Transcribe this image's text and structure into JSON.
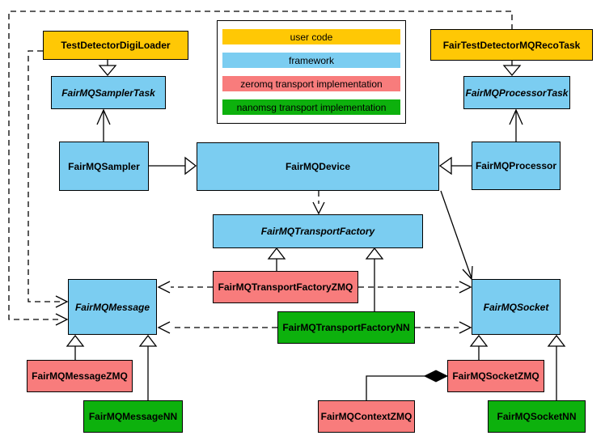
{
  "colors": {
    "user_code": "#ffc805",
    "framework": "#7bcdf1",
    "zeromq": "#f87c7c",
    "nanomsg": "#0db10d",
    "border": "#000000",
    "background": "#ffffff"
  },
  "legend": {
    "items": [
      {
        "label": "user code",
        "category": "user_code"
      },
      {
        "label": "framework",
        "category": "framework"
      },
      {
        "label": "zeromq transport implementation",
        "category": "zeromq"
      },
      {
        "label": "nanomsg transport implementation",
        "category": "nanomsg"
      }
    ]
  },
  "nodes": {
    "testDetectorDigiLoader": {
      "label": "TestDetectorDigiLoader",
      "category": "user_code",
      "abstract": false
    },
    "fairMQSamplerTask": {
      "label": "FairMQSamplerTask",
      "category": "framework",
      "abstract": true
    },
    "fairTestDetectorMQRecoTask": {
      "label": "FairTestDetectorMQRecoTask",
      "category": "user_code",
      "abstract": false
    },
    "fairMQProcessorTask": {
      "label": "FairMQProcessorTask",
      "category": "framework",
      "abstract": true
    },
    "fairMQSampler": {
      "label": "FairMQSampler",
      "category": "framework",
      "abstract": false
    },
    "fairMQDevice": {
      "label": "FairMQDevice",
      "category": "framework",
      "abstract": false
    },
    "fairMQProcessor": {
      "label": "FairMQProcessor",
      "category": "framework",
      "abstract": false
    },
    "fairMQTransportFactory": {
      "label": "FairMQTransportFactory",
      "category": "framework",
      "abstract": true
    },
    "fairMQTransportFactoryZMQ": {
      "label": "FairMQTransportFactoryZMQ",
      "category": "zeromq",
      "abstract": false
    },
    "fairMQTransportFactoryNN": {
      "label": "FairMQTransportFactoryNN",
      "category": "nanomsg",
      "abstract": false
    },
    "fairMQMessage": {
      "label": "FairMQMessage",
      "category": "framework",
      "abstract": true
    },
    "fairMQSocket": {
      "label": "FairMQSocket",
      "category": "framework",
      "abstract": true
    },
    "fairMQMessageZMQ": {
      "label": "FairMQMessageZMQ",
      "category": "zeromq",
      "abstract": false
    },
    "fairMQMessageNN": {
      "label": "FairMQMessageNN",
      "category": "nanomsg",
      "abstract": false
    },
    "fairMQContextZMQ": {
      "label": "FairMQContextZMQ",
      "category": "zeromq",
      "abstract": false
    },
    "fairMQSocketZMQ": {
      "label": "FairMQSocketZMQ",
      "category": "zeromq",
      "abstract": false
    },
    "fairMQSocketNN": {
      "label": "FairMQSocketNN",
      "category": "nanomsg",
      "abstract": false
    }
  },
  "relationships": [
    {
      "from": "TestDetectorDigiLoader",
      "to": "FairMQSamplerTask",
      "type": "inheritance",
      "line": "solid"
    },
    {
      "from": "FairMQSampler",
      "to": "FairMQSamplerTask",
      "type": "association",
      "line": "solid"
    },
    {
      "from": "FairMQSampler",
      "to": "FairMQDevice",
      "type": "inheritance",
      "line": "solid"
    },
    {
      "from": "FairMQProcessor",
      "to": "FairMQDevice",
      "type": "inheritance",
      "line": "solid"
    },
    {
      "from": "FairMQProcessor",
      "to": "FairMQProcessorTask",
      "type": "association",
      "line": "solid"
    },
    {
      "from": "FairTestDetectorMQRecoTask",
      "to": "FairMQProcessorTask",
      "type": "inheritance",
      "line": "solid"
    },
    {
      "from": "FairMQDevice",
      "to": "FairMQTransportFactory",
      "type": "dependency",
      "line": "dashed"
    },
    {
      "from": "FairMQDevice",
      "to": "FairMQSocket",
      "type": "association",
      "line": "solid"
    },
    {
      "from": "FairMQTransportFactoryZMQ",
      "to": "FairMQTransportFactory",
      "type": "inheritance",
      "line": "solid"
    },
    {
      "from": "FairMQTransportFactoryNN",
      "to": "FairMQTransportFactory",
      "type": "inheritance",
      "line": "solid"
    },
    {
      "from": "FairMQTransportFactoryZMQ",
      "to": "FairMQMessage",
      "type": "dependency",
      "line": "dashed"
    },
    {
      "from": "FairMQTransportFactoryZMQ",
      "to": "FairMQSocket",
      "type": "dependency",
      "line": "dashed"
    },
    {
      "from": "FairMQTransportFactoryNN",
      "to": "FairMQMessage",
      "type": "dependency",
      "line": "dashed"
    },
    {
      "from": "FairMQTransportFactoryNN",
      "to": "FairMQSocket",
      "type": "dependency",
      "line": "dashed"
    },
    {
      "from": "TestDetectorDigiLoader",
      "to": "FairMQMessage",
      "type": "dependency",
      "line": "dashed"
    },
    {
      "from": "FairTestDetectorMQRecoTask",
      "to": "FairMQMessage",
      "type": "dependency",
      "line": "dashed"
    },
    {
      "from": "FairMQMessageZMQ",
      "to": "FairMQMessage",
      "type": "inheritance",
      "line": "solid"
    },
    {
      "from": "FairMQMessageNN",
      "to": "FairMQMessage",
      "type": "inheritance",
      "line": "solid"
    },
    {
      "from": "FairMQSocketZMQ",
      "to": "FairMQSocket",
      "type": "inheritance",
      "line": "solid"
    },
    {
      "from": "FairMQSocketNN",
      "to": "FairMQSocket",
      "type": "inheritance",
      "line": "solid"
    },
    {
      "from": "FairMQContextZMQ",
      "to": "FairMQSocketZMQ",
      "type": "composition",
      "line": "solid"
    }
  ]
}
